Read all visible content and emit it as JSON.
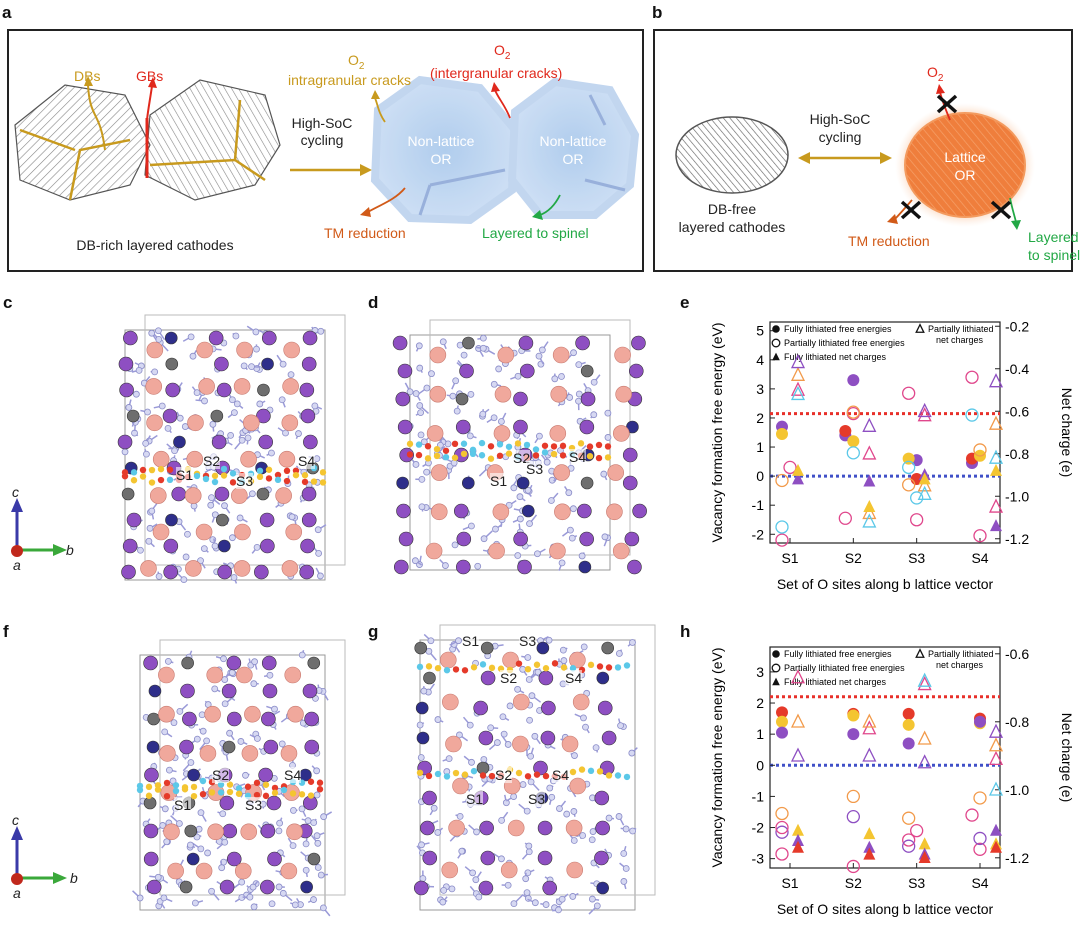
{
  "panel_labels": {
    "a": "a",
    "b": "b",
    "c": "c",
    "d": "d",
    "e": "e",
    "f": "f",
    "g": "g",
    "h": "h"
  },
  "panel_a": {
    "dbs": "DBs",
    "gbs": "GBs",
    "caption": "DB-rich layered cathodes",
    "arrow_line1": "High-SoC",
    "arrow_line2": "cycling",
    "o2_left": "O",
    "o2_left_sub": "2",
    "intragranular": "intragranular cracks",
    "o2_right": "O",
    "o2_right_sub": "2",
    "intergranular": "(intergranular cracks)",
    "nl1_line1": "Non-lattice",
    "nl1_line2": "OR",
    "nl2_line1": "Non-lattice",
    "nl2_line2": "OR",
    "tm_reduction": "TM reduction",
    "layered_spinel": "Layered to spinel"
  },
  "panel_b": {
    "arrow_line1": "High-SoC",
    "arrow_line2": "cycling",
    "o2": "O",
    "o2_sub": "2",
    "lattice_line1": "Lattice",
    "lattice_line2": "OR",
    "caption_line1": "DB-free",
    "caption_line2": "layered cathodes",
    "tm_reduction": "TM reduction",
    "layered_line1": "Layered",
    "layered_line2": "to spinel"
  },
  "structures": {
    "c": {
      "sites": [
        "S1",
        "S2",
        "S3",
        "S4"
      ]
    },
    "d": {
      "sites": [
        "S1",
        "S2",
        "S3",
        "S4"
      ]
    },
    "f": {
      "sites": [
        "S1",
        "S2",
        "S3",
        "S4"
      ]
    },
    "g": {
      "sites_top": [
        "S1",
        "S2",
        "S3",
        "S4"
      ],
      "sites_mid": [
        "S1",
        "S2",
        "S3",
        "S4"
      ]
    },
    "axis": {
      "c": "c",
      "b": "b",
      "a": "a"
    }
  },
  "colors": {
    "purple": "#8e4fc2",
    "red": "#e53a2a",
    "yellow": "#f4c531",
    "blue_open": "#5bc8e8",
    "pink_open": "#e0478c",
    "orange_open": "#f29a4a",
    "ref_red": "#e8302a",
    "ref_blue": "#4050c8",
    "crystal_blue": "#a7c4ea",
    "lattice_orange": "#ef7e3c"
  },
  "chart_data": [
    {
      "type": "scatter",
      "panel": "e",
      "categories": [
        "S1",
        "S2",
        "S3",
        "S4"
      ],
      "xlabel": "Set of O sites along b lattice vector",
      "ylabel": "Vacancy formation free energy (eV)",
      "ylabel2": "Net charge (e)",
      "ylim": [
        -2.3,
        5.3
      ],
      "y2lim": [
        -1.22,
        -0.18
      ],
      "yticks": [
        -2,
        -1,
        0,
        1,
        2,
        3,
        4,
        5
      ],
      "y2ticks": [
        -1.2,
        -1.0,
        -0.8,
        -0.6,
        -0.4,
        -0.2
      ],
      "ref_lines": [
        2.15,
        0
      ],
      "legend": {
        "filled_circle": "Fully lithiated free energies",
        "open_circle": "Partially lithiated free energies",
        "filled_triangle": "Fully lithiated net charges",
        "open_triangle": "Partially lithiated net charges"
      },
      "series": [
        {
          "marker": "filled_circle",
          "color": "purple",
          "values": [
            [
              0,
              1.7
            ],
            [
              1,
              3.3
            ],
            [
              1,
              1.4
            ],
            [
              2,
              0.55
            ],
            [
              3,
              0.45
            ]
          ]
        },
        {
          "marker": "filled_circle",
          "color": "red",
          "values": [
            [
              1,
              1.55
            ],
            [
              2,
              -0.1
            ],
            [
              3,
              0.6
            ]
          ]
        },
        {
          "marker": "filled_circle",
          "color": "yellow",
          "values": [
            [
              0,
              1.45
            ],
            [
              1,
              1.2
            ],
            [
              2,
              0.6
            ],
            [
              3,
              0.7
            ]
          ]
        },
        {
          "marker": "open_circle",
          "color": "pink_open",
          "values": [
            [
              0,
              -2.2
            ],
            [
              0,
              0.3
            ],
            [
              1,
              -1.45
            ],
            [
              1,
              2.15
            ],
            [
              2,
              2.85
            ],
            [
              2,
              -1.5
            ],
            [
              3,
              3.4
            ],
            [
              3,
              -2.05
            ]
          ]
        },
        {
          "marker": "open_circle",
          "color": "blue_open",
          "values": [
            [
              0,
              -1.75
            ],
            [
              1,
              0.8
            ],
            [
              2,
              0.3
            ],
            [
              2,
              -0.75
            ],
            [
              3,
              2.1
            ]
          ]
        },
        {
          "marker": "open_circle",
          "color": "orange_open",
          "values": [
            [
              0,
              -0.15
            ],
            [
              1,
              2.2
            ],
            [
              2,
              -0.3
            ],
            [
              3,
              0.9
            ]
          ]
        },
        {
          "marker": "open_triangle",
          "color": "pink_open",
          "values": [
            [
              0,
              -0.5
            ],
            [
              1,
              -0.8
            ],
            [
              2,
              -0.62
            ],
            [
              3,
              -1.05
            ]
          ]
        },
        {
          "marker": "open_triangle",
          "color": "orange_open",
          "values": [
            [
              0,
              -0.43
            ],
            [
              1,
              -1.08
            ],
            [
              2,
              -0.95
            ],
            [
              3,
              -0.66
            ]
          ]
        },
        {
          "marker": "open_triangle",
          "color": "blue_open",
          "values": [
            [
              0,
              -0.52
            ],
            [
              1,
              -1.12
            ],
            [
              2,
              -0.99
            ],
            [
              3,
              -0.82
            ]
          ]
        },
        {
          "marker": "open_triangle",
          "color": "purple",
          "values": [
            [
              0,
              -0.37
            ],
            [
              1,
              -0.67
            ],
            [
              2,
              -0.6
            ],
            [
              3,
              -0.46
            ]
          ]
        },
        {
          "marker": "filled_triangle",
          "color": "purple",
          "values": [
            [
              0,
              -0.92
            ],
            [
              1,
              -0.93
            ],
            [
              2,
              -0.9
            ],
            [
              3,
              -1.14
            ]
          ]
        },
        {
          "marker": "filled_triangle",
          "color": "yellow",
          "values": [
            [
              0,
              -0.88
            ],
            [
              1,
              -1.05
            ],
            [
              2,
              -0.92
            ],
            [
              3,
              -0.88
            ]
          ]
        }
      ]
    },
    {
      "type": "scatter",
      "panel": "h",
      "categories": [
        "S1",
        "S2",
        "S3",
        "S4"
      ],
      "xlabel": "Set of O sites along b lattice vector",
      "ylabel": "Vacancy formation free energy (eV)",
      "ylabel2": "Net charge (e)",
      "ylim": [
        -3.3,
        3.8
      ],
      "y2lim": [
        -1.23,
        -0.58
      ],
      "yticks": [
        -3,
        -2,
        -1,
        0,
        1,
        2,
        3
      ],
      "y2ticks": [
        -1.2,
        -1.0,
        -0.8,
        -0.6
      ],
      "ref_lines": [
        2.2,
        0
      ],
      "legend": {
        "filled_circle": "Fully lithiated free energies",
        "open_circle": "Partially lithiated free energies",
        "filled_triangle": "Fully lithiated net charges",
        "open_triangle": "Partially lithiated net charges"
      },
      "series": [
        {
          "marker": "filled_circle",
          "color": "red",
          "values": [
            [
              0,
              1.7
            ],
            [
              1,
              1.65
            ],
            [
              2,
              1.65
            ],
            [
              3,
              1.5
            ]
          ]
        },
        {
          "marker": "filled_circle",
          "color": "yellow",
          "values": [
            [
              0,
              1.4
            ],
            [
              1,
              1.6
            ],
            [
              2,
              1.3
            ],
            [
              3,
              1.35
            ]
          ]
        },
        {
          "marker": "filled_circle",
          "color": "purple",
          "values": [
            [
              0,
              1.05
            ],
            [
              1,
              1.0
            ],
            [
              2,
              0.7
            ],
            [
              3,
              1.4
            ]
          ]
        },
        {
          "marker": "open_circle",
          "color": "pink_open",
          "values": [
            [
              0,
              -2.85
            ],
            [
              1,
              -3.25
            ],
            [
              2,
              -2.4
            ],
            [
              3,
              -2.7
            ]
          ]
        },
        {
          "marker": "open_circle",
          "color": "purple",
          "values": [
            [
              0,
              -2.15
            ],
            [
              1,
              -1.65
            ],
            [
              2,
              -2.6
            ],
            [
              3,
              -2.35
            ]
          ]
        },
        {
          "marker": "open_circle",
          "color": "orange_open",
          "values": [
            [
              0,
              -1.55
            ],
            [
              1,
              -1.0
            ],
            [
              2,
              -1.7
            ],
            [
              3,
              -1.05
            ]
          ]
        },
        {
          "marker": "open_circle",
          "color": "pink_open",
          "values": [
            [
              0,
              -2.0
            ],
            [
              2,
              -2.1
            ],
            [
              3,
              -1.6
            ]
          ]
        },
        {
          "marker": "open_triangle",
          "color": "pink_open",
          "values": [
            [
              0,
              -0.67
            ],
            [
              1,
              -0.82
            ],
            [
              2,
              -0.69
            ],
            [
              3,
              -0.91
            ]
          ]
        },
        {
          "marker": "open_triangle",
          "color": "orange_open",
          "values": [
            [
              0,
              -0.8
            ],
            [
              1,
              -0.8
            ],
            [
              2,
              -0.85
            ],
            [
              3,
              -0.87
            ]
          ]
        },
        {
          "marker": "open_triangle",
          "color": "purple",
          "values": [
            [
              0,
              -0.9
            ],
            [
              1,
              -0.9
            ],
            [
              2,
              -0.92
            ],
            [
              3,
              -0.83
            ]
          ]
        },
        {
          "marker": "open_triangle",
          "color": "blue_open",
          "values": [
            [
              2,
              -0.68
            ],
            [
              3,
              -1.0
            ]
          ]
        },
        {
          "marker": "filled_triangle",
          "color": "yellow",
          "values": [
            [
              0,
              -1.12
            ],
            [
              1,
              -1.13
            ],
            [
              2,
              -1.16
            ],
            [
              3,
              -1.16
            ]
          ]
        },
        {
          "marker": "filled_triangle",
          "color": "purple",
          "values": [
            [
              0,
              -1.15
            ],
            [
              1,
              -1.17
            ],
            [
              2,
              -1.19
            ],
            [
              3,
              -1.12
            ]
          ]
        },
        {
          "marker": "filled_triangle",
          "color": "red",
          "values": [
            [
              0,
              -1.17
            ],
            [
              1,
              -1.19
            ],
            [
              2,
              -1.2
            ],
            [
              3,
              -1.17
            ]
          ]
        }
      ]
    }
  ]
}
